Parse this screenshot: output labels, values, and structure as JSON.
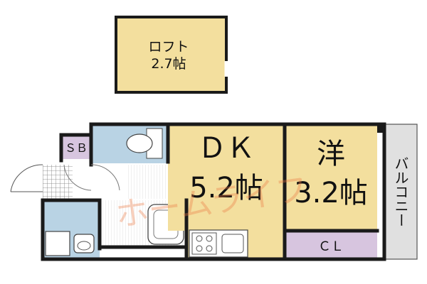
{
  "colors": {
    "room_yellow": "#f3df9e",
    "room_blue": "#b9d3e4",
    "closet_purple": "#d7c5df",
    "balcony_gray": "#e0e0e0",
    "wall": "#1a1a1a",
    "watermark": "#ec7a45"
  },
  "loft": {
    "name": "ロフト",
    "size": "2.7帖"
  },
  "rooms": {
    "sb": "ＳＢ",
    "dk_name": "ＤＫ",
    "dk_size": "5.2帖",
    "western_name": "洋",
    "western_size": "3.2帖",
    "closet": "ＣＬ",
    "balcony": "バルコニー"
  },
  "watermark": "ホームライフ"
}
